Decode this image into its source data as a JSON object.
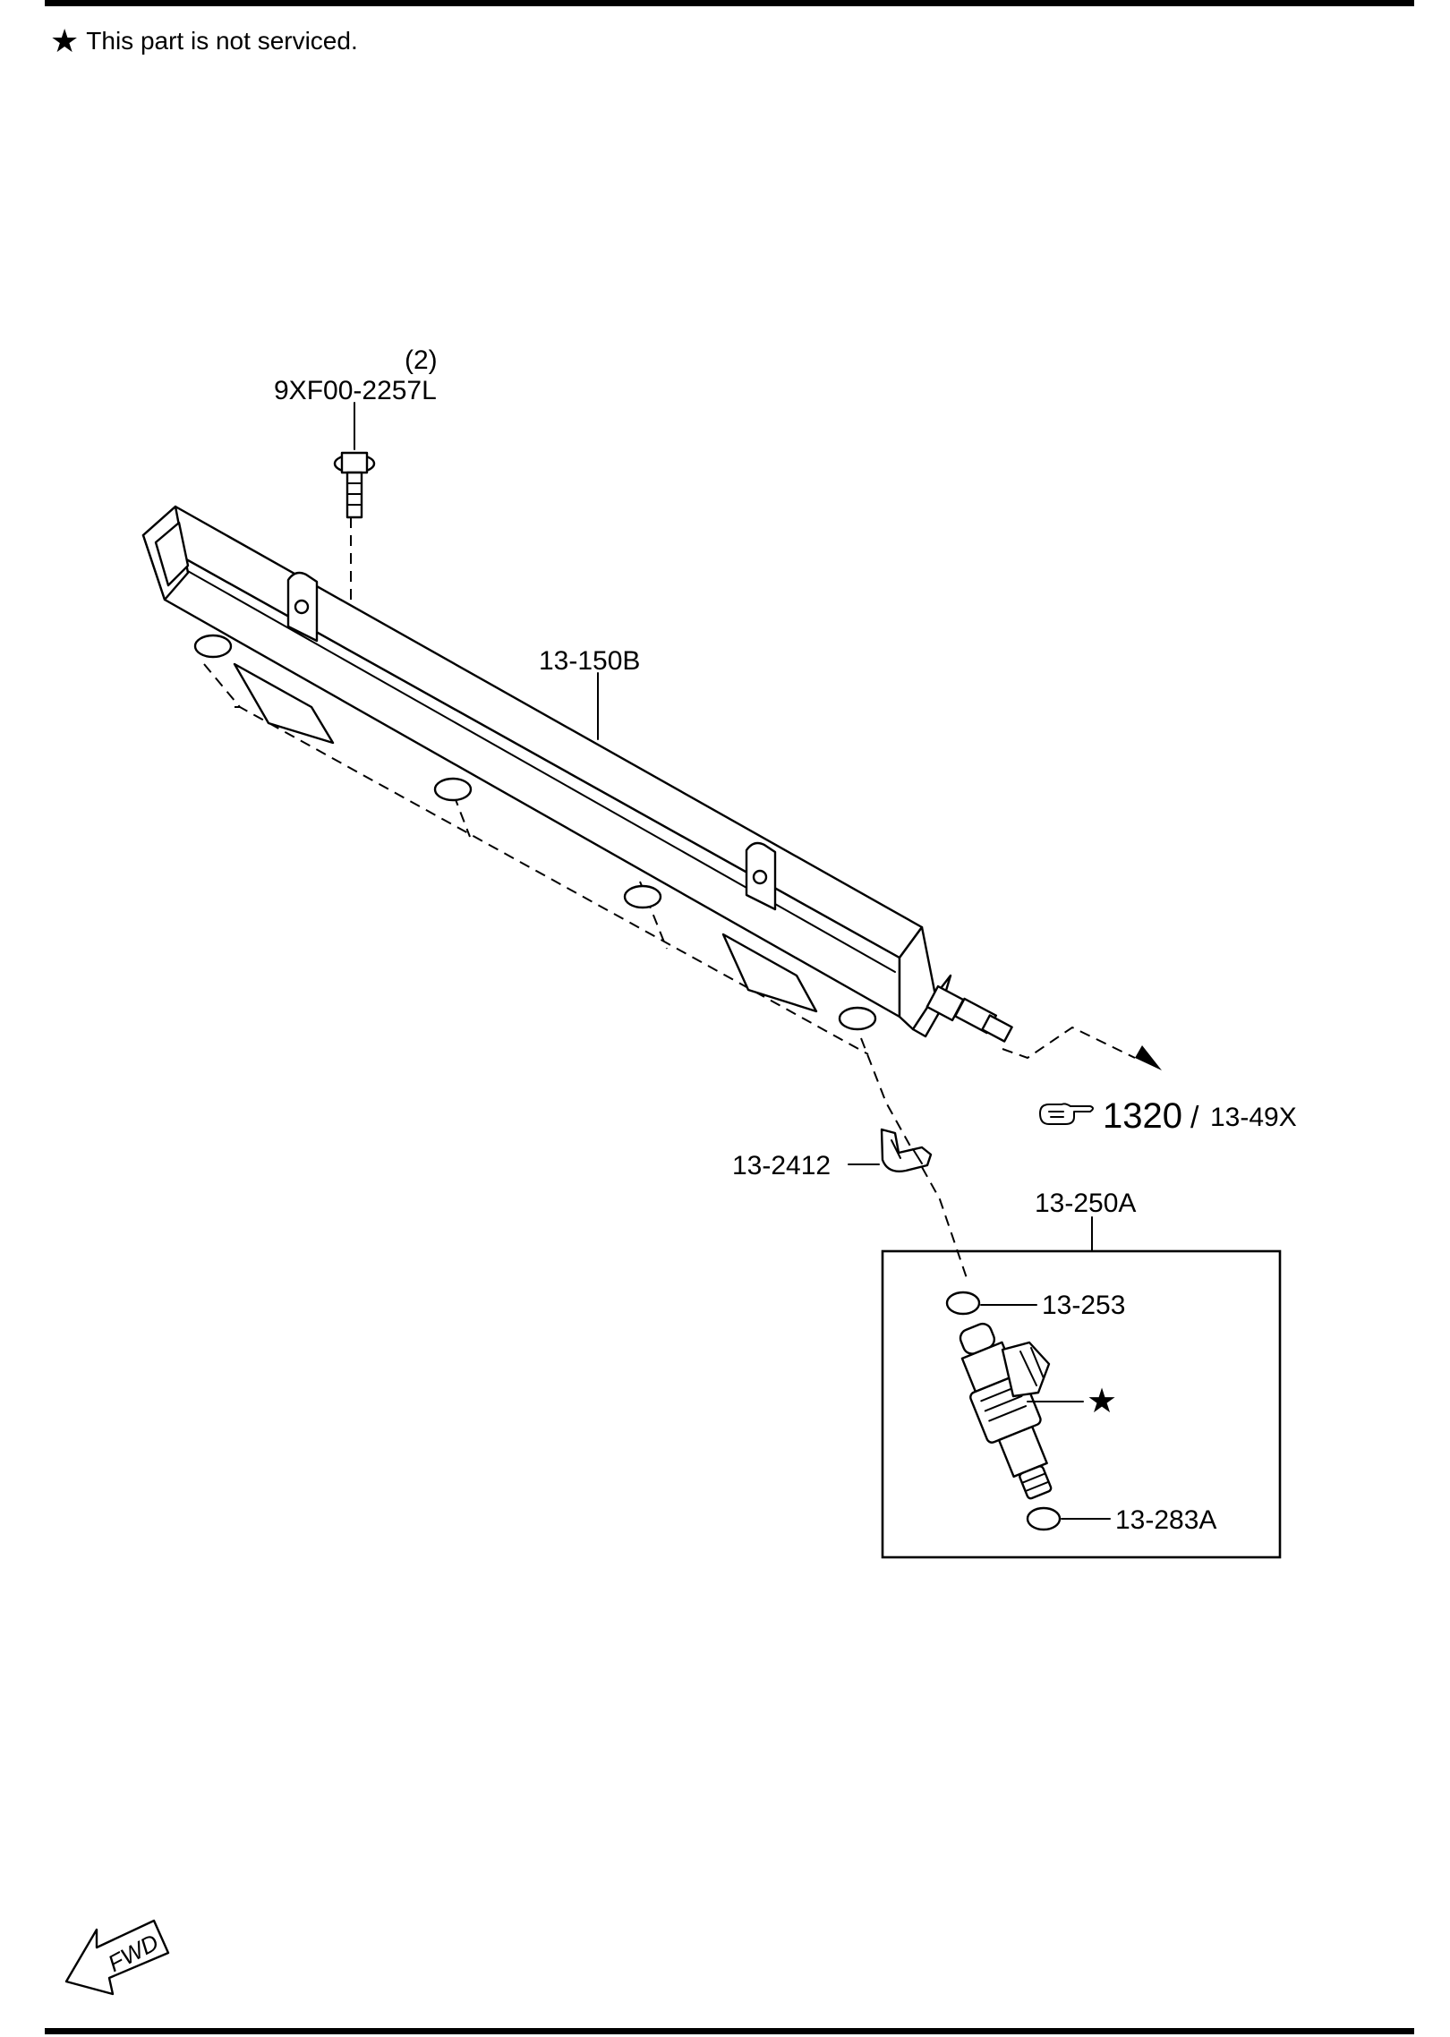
{
  "note": {
    "star": "★",
    "text": "This part is not serviced."
  },
  "labels": {
    "bolt_qty": "(2)",
    "bolt_part": "9XF00-2257L",
    "rail_part": "13-150B",
    "ref_main": "1320",
    "ref_sep": "/",
    "ref_sub": "13-49X",
    "clip_part": "13-2412",
    "injector_assy": "13-250A",
    "upper_oring": "13-253",
    "lower_oring": "13-283A",
    "injector_star": "★",
    "fwd": "FWD"
  },
  "icons": [
    "pointing-hand-icon",
    "fwd-arrow-icon",
    "star-icon"
  ]
}
